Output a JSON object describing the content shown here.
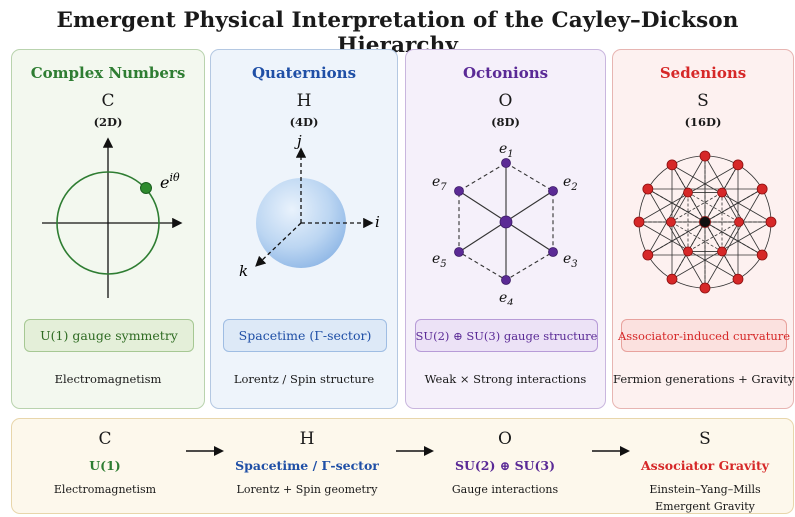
{
  "title": "Emergent Physical Interpretation of the Cayley–Dickson Hierarchy",
  "colors": {
    "complex": "#2e7d32",
    "quaternion": "#1f4fa6",
    "octonion": "#5a2a96",
    "sedenion": "#d62828"
  },
  "panels": [
    {
      "title": "Complex Numbers",
      "symbol": "C",
      "dimension": "(2D)",
      "diagram_label": "e",
      "diagram_label_sup": "iθ",
      "box": "U(1) gauge symmetry",
      "footer": "Electromagnetism"
    },
    {
      "title": "Quaternions",
      "symbol": "H",
      "dimension": "(4D)",
      "axis_labels": [
        "j",
        "i",
        "k"
      ],
      "box": "Spacetime (Γ-sector)",
      "footer": "Lorentz / Spin structure"
    },
    {
      "title": "Octonions",
      "symbol": "O",
      "dimension": "(8D)",
      "node_labels": [
        "1",
        "2",
        "3",
        "4",
        "5",
        "7"
      ],
      "node_letter": "e",
      "box": "SU(2) ⊕ SU(3) gauge structure",
      "footer": "Weak × Strong interactions"
    },
    {
      "title": "Sedenions",
      "symbol": "S",
      "dimension": "(16D)",
      "box": "Associator-induced curvature",
      "footer": "Fermion generations + Gravity"
    }
  ],
  "summary": [
    {
      "symbol": "C",
      "label": "U(1)",
      "footer": "Electromagnetism"
    },
    {
      "symbol": "H",
      "label": "Spacetime / Γ-sector",
      "footer": "Lorentz + Spin geometry"
    },
    {
      "symbol": "O",
      "label": "SU(2) ⊕ SU(3)",
      "footer": "Gauge interactions"
    },
    {
      "symbol": "S",
      "label": "Associator Gravity",
      "footer": "Einstein–Yang–Mills",
      "footer2": "Emergent Gravity"
    }
  ]
}
